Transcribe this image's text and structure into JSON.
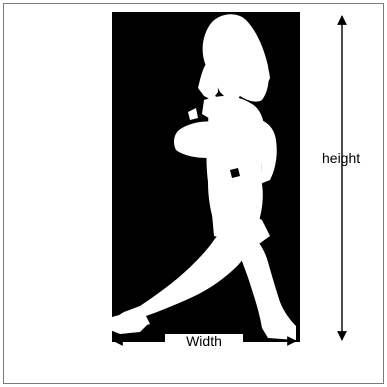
{
  "figure": {
    "height_label": "height",
    "width_label": "Width"
  },
  "colors": {
    "background": "#ffffff",
    "silhouette_panel": "#000000",
    "silhouette": "#ffffff",
    "border": "#7a7a7a",
    "arrow": "#000000"
  },
  "icons": {
    "height_arrow": "double-headed-vertical-arrow",
    "width_arrow": "double-headed-horizontal-arrow",
    "subject": "walking-person-silhouette"
  }
}
